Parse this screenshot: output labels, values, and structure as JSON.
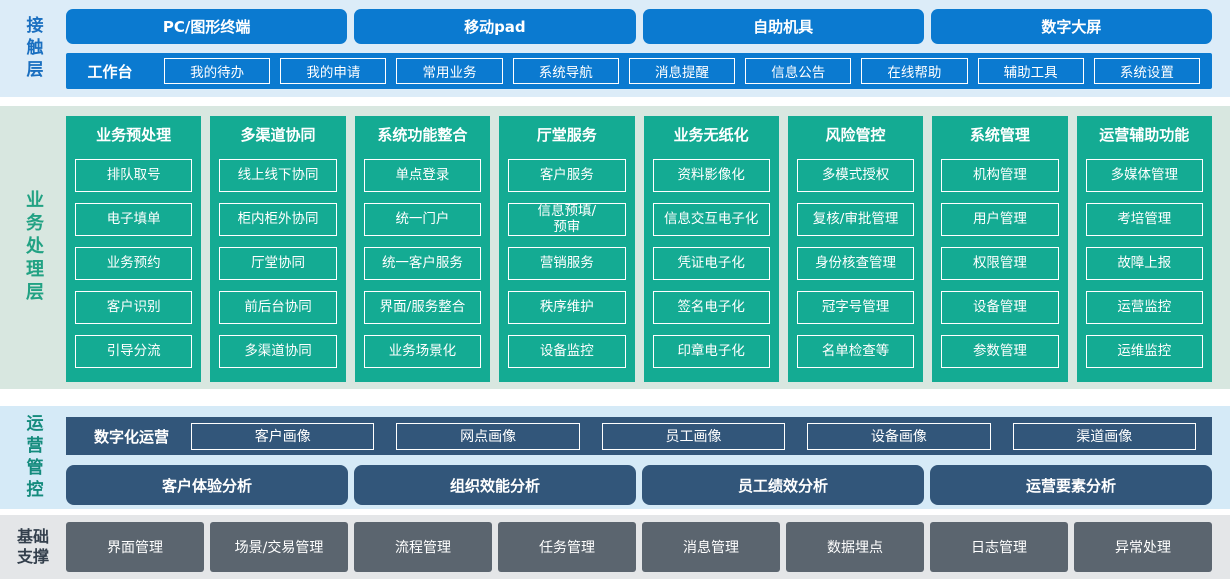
{
  "layers": {
    "contact": {
      "label": "接触层",
      "channels": [
        "PC/图形终端",
        "移动pad",
        "自助机具",
        "数字大屏"
      ],
      "workbench_label": "工作台",
      "workbench_items": [
        "我的待办",
        "我的申请",
        "常用业务",
        "系统导航",
        "消息提醒",
        "信息公告",
        "在线帮助",
        "辅助工具",
        "系统设置"
      ]
    },
    "business": {
      "label": "业务处理层",
      "columns": [
        {
          "title": "业务预处理",
          "items": [
            "排队取号",
            "电子填单",
            "业务预约",
            "客户识别",
            "引导分流"
          ]
        },
        {
          "title": "多渠道协同",
          "items": [
            "线上线下协同",
            "柜内柜外协同",
            "厅堂协同",
            "前后台协同",
            "多渠道协同"
          ]
        },
        {
          "title": "系统功能整合",
          "items": [
            "单点登录",
            "统一门户",
            "统一客户服务",
            "界面/服务整合",
            "业务场景化"
          ]
        },
        {
          "title": "厅堂服务",
          "items": [
            "客户服务",
            "信息预填/\n预审",
            "营销服务",
            "秩序维护",
            "设备监控"
          ]
        },
        {
          "title": "业务无纸化",
          "items": [
            "资料影像化",
            "信息交互电子化",
            "凭证电子化",
            "签名电子化",
            "印章电子化"
          ]
        },
        {
          "title": "风险管控",
          "items": [
            "多模式授权",
            "复核/审批管理",
            "身份核查管理",
            "冠字号管理",
            "名单检查等"
          ]
        },
        {
          "title": "系统管理",
          "items": [
            "机构管理",
            "用户管理",
            "权限管理",
            "设备管理",
            "参数管理"
          ]
        },
        {
          "title": "运营辅助功能",
          "items": [
            "多媒体管理",
            "考培管理",
            "故障上报",
            "运营监控",
            "运维监控"
          ]
        }
      ]
    },
    "operations": {
      "label": "运营管控",
      "digital_ops_label": "数字化运营",
      "portraits": [
        "客户画像",
        "网点画像",
        "员工画像",
        "设备画像",
        "渠道画像"
      ],
      "analyses": [
        "客户体验分析",
        "组织效能分析",
        "员工绩效分析",
        "运营要素分析"
      ]
    },
    "foundation": {
      "label": "基础支撑",
      "items": [
        "界面管理",
        "场景/交易管理",
        "流程管理",
        "任务管理",
        "消息管理",
        "数据埋点",
        "日志管理",
        "异常处理"
      ]
    }
  },
  "colors": {
    "primary_blue": "#0b7ad0",
    "teal_green": "#14ab93",
    "slate_blue": "#32567a",
    "foundation_gray": "#5b656f",
    "band1_bg": "#dcecf8",
    "band2_bg": "#d8e7e0",
    "band3_bg": "#d5eaf7",
    "band4_bg": "#e4e6e8"
  }
}
